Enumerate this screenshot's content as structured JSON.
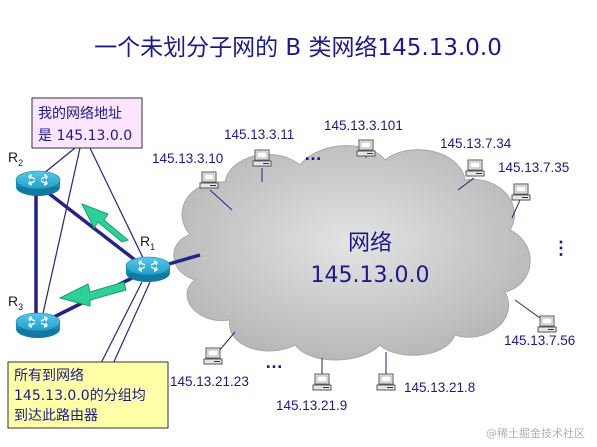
{
  "title": "一个未划分子网的 B 类网络145.13.0.0",
  "network": {
    "label_line1": "网络",
    "label_line2": "145.13.0.0"
  },
  "routers": [
    {
      "name": "R",
      "sub": "1"
    },
    {
      "name": "R",
      "sub": "2"
    },
    {
      "name": "R",
      "sub": "3"
    }
  ],
  "callout_top": {
    "line1": "我的网络地址",
    "line2": "是 145.13.0.0"
  },
  "callout_bottom": {
    "line1": "所有到网络",
    "line2": "145.13.0.0的分组均",
    "line3": "到达此路由器"
  },
  "hosts": [
    "145.13.3.10",
    "145.13.3.11",
    "145.13.3.101",
    "145.13.7.34",
    "145.13.7.35",
    "145.13.7.56",
    "145.13.21.8",
    "145.13.21.9",
    "145.13.21.23"
  ],
  "ellipsis": "…",
  "ellipsis_vertical": "⋮",
  "watermark": "@稀土掘金技术社区",
  "colors": {
    "title": "#1a1a8c",
    "cloud": "#c8c8c8",
    "router": "#1e9fc8",
    "arrow": "#2ed09a",
    "callout_top_fill": "#fde4ff",
    "callout_bottom_fill": "#ffffa8",
    "link": "#242484"
  }
}
